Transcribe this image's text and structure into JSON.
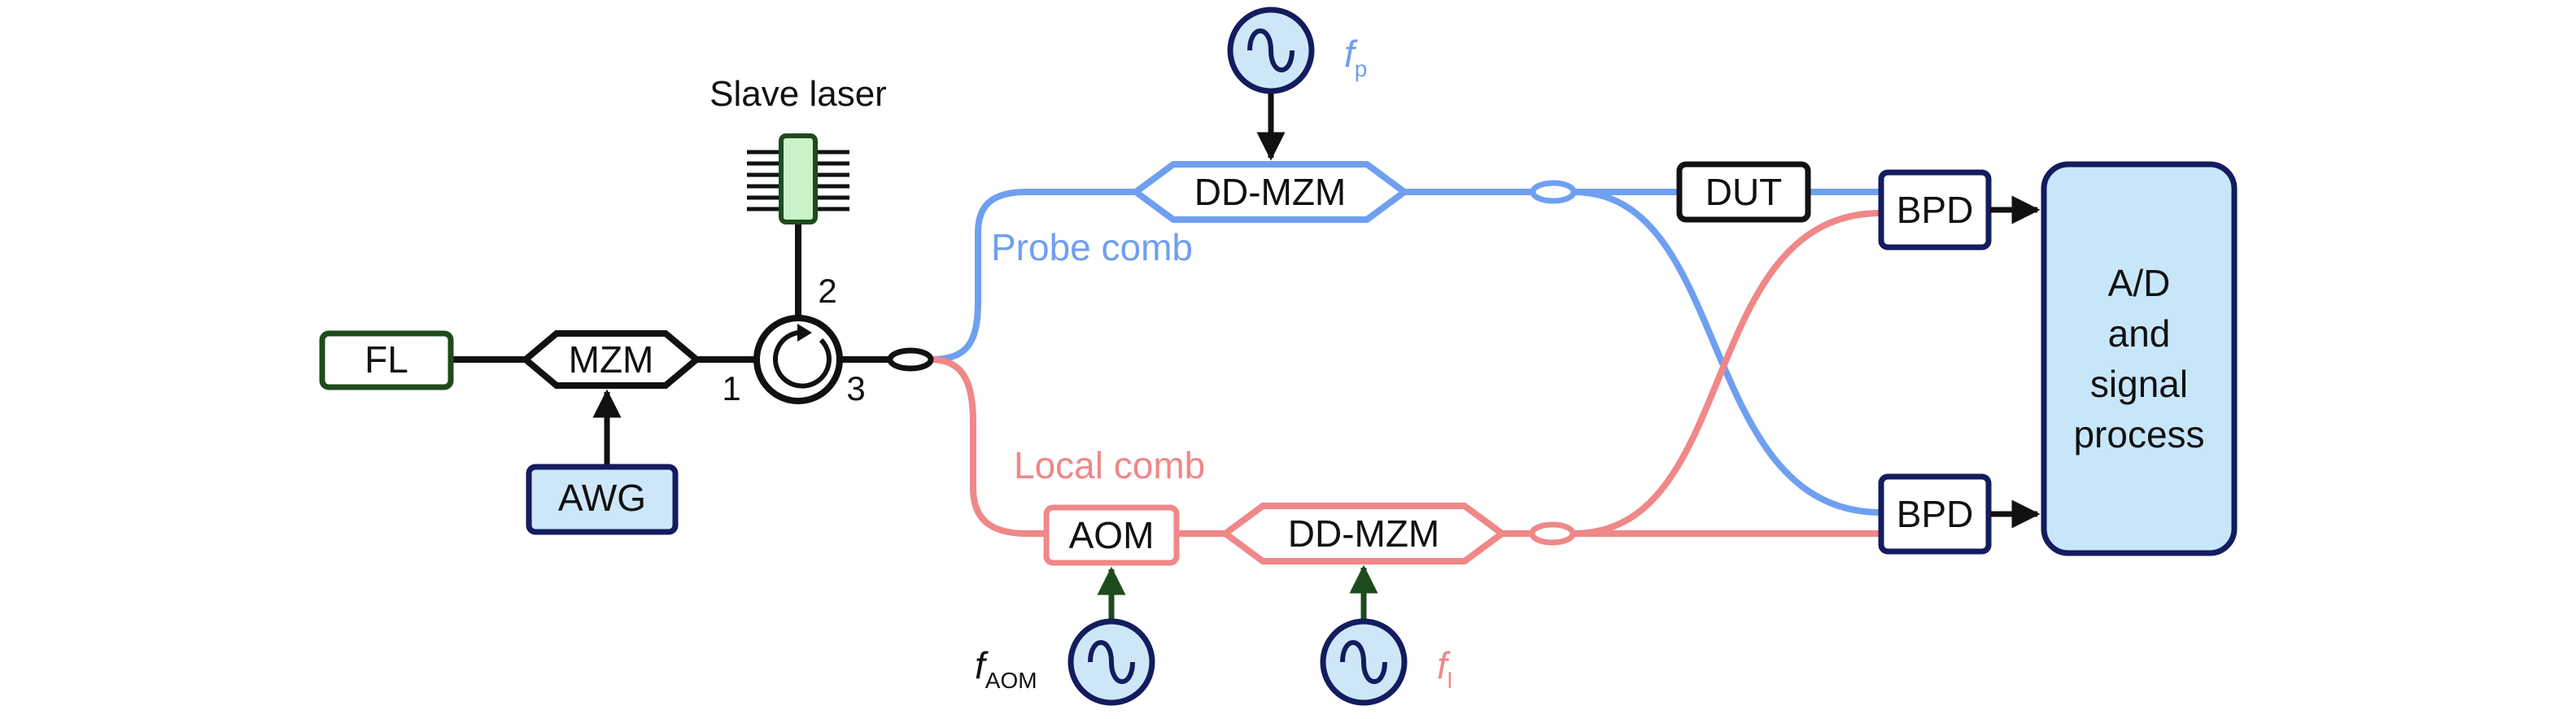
{
  "components": {
    "fl": "FL",
    "mzm": "MZM",
    "awg": "AWG",
    "slave_laser": "Slave laser",
    "port1": "1",
    "port2": "2",
    "port3": "3",
    "dd_mzm_probe": "DD-MZM",
    "dut": "DUT",
    "bpd_top": "BPD",
    "bpd_bottom": "BPD",
    "adc_line1": "A/D",
    "adc_line2": "and",
    "adc_line3": "signal",
    "adc_line4": "process",
    "aom": "AOM",
    "dd_mzm_local": "DD-MZM"
  },
  "labels": {
    "probe_comb": "Probe comb",
    "local_comb": "Local comb",
    "fp_main": "f",
    "fp_sub": "p",
    "fl_main": "f",
    "fl_sub": "l",
    "faom_main": "f",
    "faom_sub": "AOM"
  },
  "colors": {
    "probe": "#6f9ff0",
    "local": "#f08788",
    "dark_green": "#1e4b1e",
    "navy": "#131c5e",
    "source_fill": "#cde7f8",
    "adc_fill": "#c8e6fa",
    "slave_fill": "#c9f2c9",
    "black": "#111111"
  }
}
